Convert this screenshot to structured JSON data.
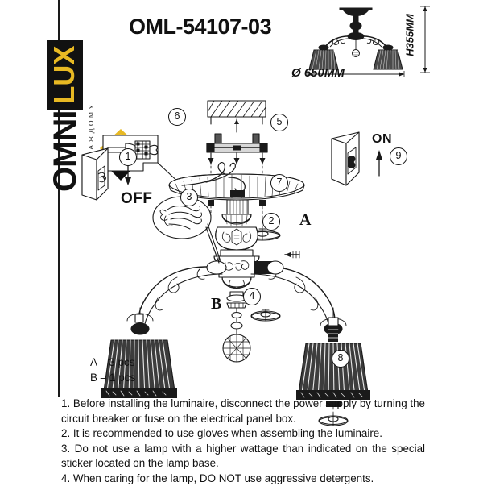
{
  "brand": {
    "name_primary": "OMNI",
    "name_secondary": "LUX",
    "tagline": "СВЕТ КАЖДОМУ",
    "mark_color": "#E8B923",
    "box_color": "#111111"
  },
  "header": {
    "model_code": "OML-54107-03",
    "diameter_label": "Ø 650MM",
    "height_label": "H355MM"
  },
  "callouts": [
    {
      "id": "1",
      "number": "1"
    },
    {
      "id": "2",
      "number": "2"
    },
    {
      "id": "3",
      "number": "3"
    },
    {
      "id": "4",
      "number": "4"
    },
    {
      "id": "5",
      "number": "5"
    },
    {
      "id": "6",
      "number": "6"
    },
    {
      "id": "7",
      "number": "7"
    },
    {
      "id": "8",
      "number": "8"
    },
    {
      "id": "9",
      "number": "9"
    }
  ],
  "labels": {
    "power_off": "OFF",
    "power_on": "ON",
    "part_a": "A",
    "part_b": "B"
  },
  "parts_list": [
    "A – 3 pcs",
    "B – 1 pcs"
  ],
  "instructions": [
    "1. Before installing the luminaire, disconnect the power supply by turning the circuit breaker or fuse on the electrical panel box.",
    "2. It is recommended to use gloves when assembling the luminaire.",
    "3. Do not use a lamp with a higher wattage than indicated on the special sticker located on the lamp base.",
    "4. When caring for the lamp, DO NOT use aggressive detergents."
  ]
}
